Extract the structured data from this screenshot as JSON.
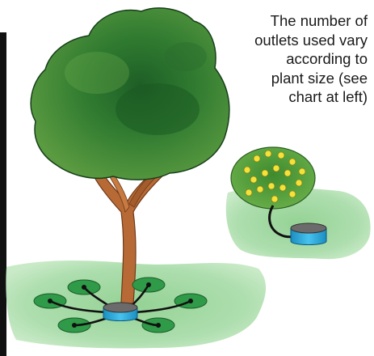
{
  "caption": {
    "line1": "The number of",
    "line2": "outlets used vary",
    "line3": "according to",
    "line4": "plant size (see",
    "line5": "chart at left)"
  },
  "colors": {
    "foliage_dark": "#1f6a2a",
    "foliage_mid": "#3f8a34",
    "foliage_light": "#6aa84a",
    "trunk": "#b86a36",
    "lawn": "#a8d9a8",
    "emitter_disc": "#2f9a48",
    "reservoir": "#2aa8d8",
    "tubing": "#111111",
    "flowers": "#f2e23a"
  },
  "icons": [
    "tree-illustration",
    "shrub-illustration",
    "drip-reservoir-icon",
    "drip-emitter-icon"
  ]
}
